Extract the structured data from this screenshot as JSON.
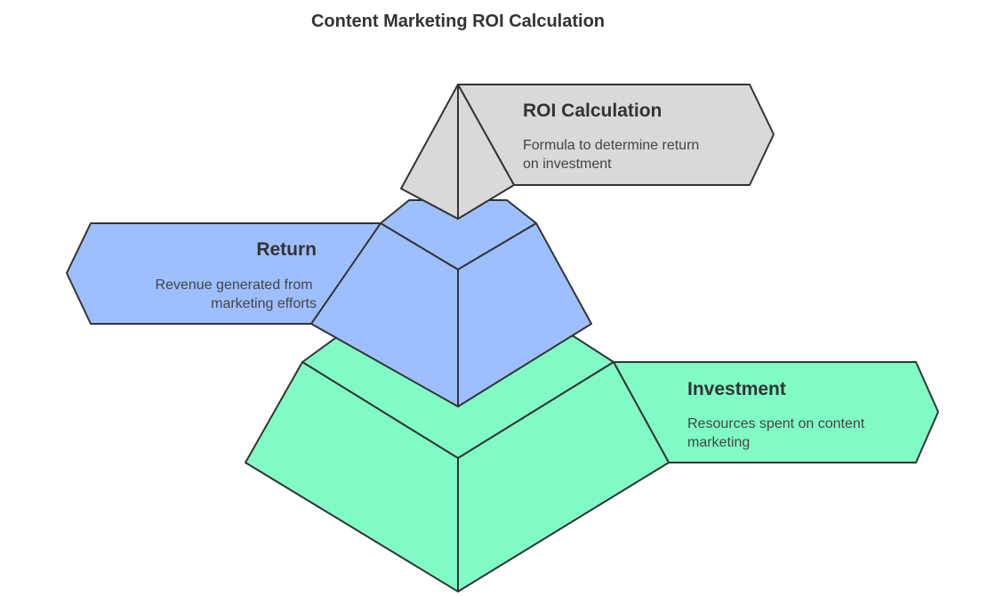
{
  "title": "Content Marketing ROI Calculation",
  "colors": {
    "roi": "#d9d9d9",
    "return": "#9dbfff",
    "investment": "#80fbc5",
    "stroke": "#333333",
    "text": "#333333"
  },
  "levels": [
    {
      "id": "roi",
      "title": "ROI Calculation",
      "description_lines": [
        "Formula to determine return",
        "on investment"
      ]
    },
    {
      "id": "return",
      "title": "Return",
      "description_lines": [
        "Revenue generated from",
        "marketing efforts"
      ]
    },
    {
      "id": "investment",
      "title": "Investment",
      "description_lines": [
        "Resources spent on content",
        "marketing"
      ]
    }
  ]
}
